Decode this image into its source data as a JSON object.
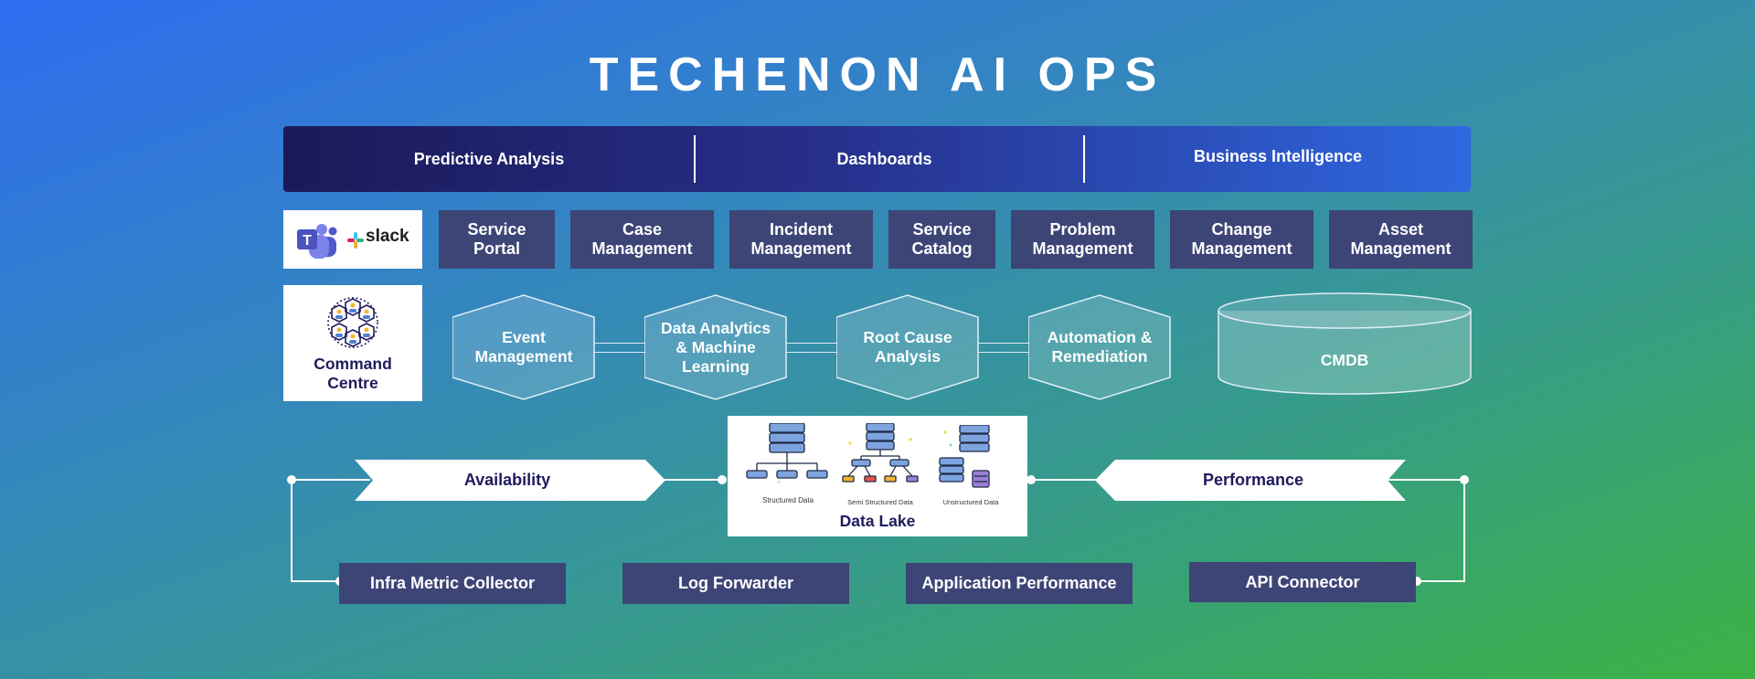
{
  "title": "TECHENON AI OPS",
  "banner": {
    "items": [
      "Predictive Analysis",
      "Dashboards",
      "Business Intelligence"
    ]
  },
  "collab": {
    "slack_label": "slack",
    "teams_letter": "T"
  },
  "command_centre": {
    "label": "Command\nCentre"
  },
  "modules": [
    "Service\nPortal",
    "Case\nManagement",
    "Incident\nManagement",
    "Service\nCatalog",
    "Problem\nManagement",
    "Change\nManagement",
    "Asset\nManagement"
  ],
  "pipeline": [
    "Event\nManagement",
    "Data Analytics\n& Machine\nLearning",
    "Root Cause\nAnalysis",
    "Automation &\nRemediation"
  ],
  "cmdb": {
    "label": "CMDB"
  },
  "data_lake": {
    "title": "Data Lake",
    "types": [
      "Structured Data",
      "Semi Structured Data",
      "Unstructured Data"
    ]
  },
  "arrows": {
    "left": "Availability",
    "right": "Performance"
  },
  "collectors": [
    "Infra Metric Collector",
    "Log Forwarder",
    "Application Performance",
    "API Connector"
  ],
  "colors": {
    "module_bg": "#3d4577",
    "banner_start": "#1b1957",
    "banner_end": "#2f68e0",
    "dark_text": "#1f1b5c"
  }
}
